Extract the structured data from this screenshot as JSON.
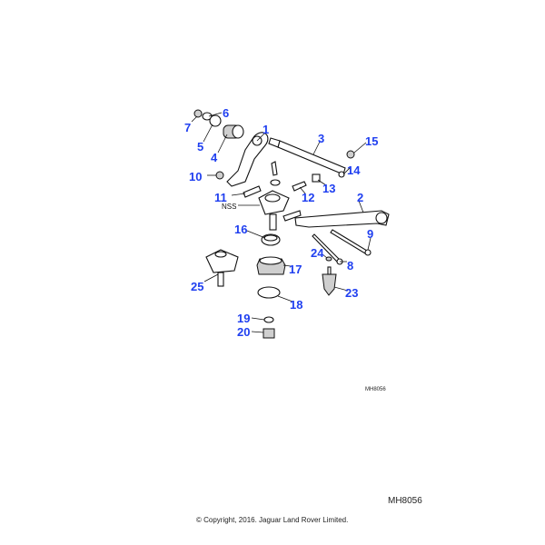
{
  "diagram": {
    "callouts": {
      "c1": "1",
      "c2": "2",
      "c3": "3",
      "c4": "4",
      "c5": "5",
      "c6": "6",
      "c7": "7",
      "c8": "8",
      "c9": "9",
      "c10": "10",
      "c11": "11",
      "c12": "12",
      "c13": "13",
      "c14": "14",
      "c15": "15",
      "c16": "16",
      "c17": "17",
      "c18": "18",
      "c19": "19",
      "c20": "20",
      "c23": "23",
      "c24": "24",
      "c25": "25"
    },
    "nss_label": "NSS",
    "ref_small": "MH8056",
    "callout_color": "#1f3ff0"
  },
  "footer": {
    "ref": "MH8056",
    "copyright": "© Copyright, 2016. Jaguar Land Rover Limited."
  }
}
